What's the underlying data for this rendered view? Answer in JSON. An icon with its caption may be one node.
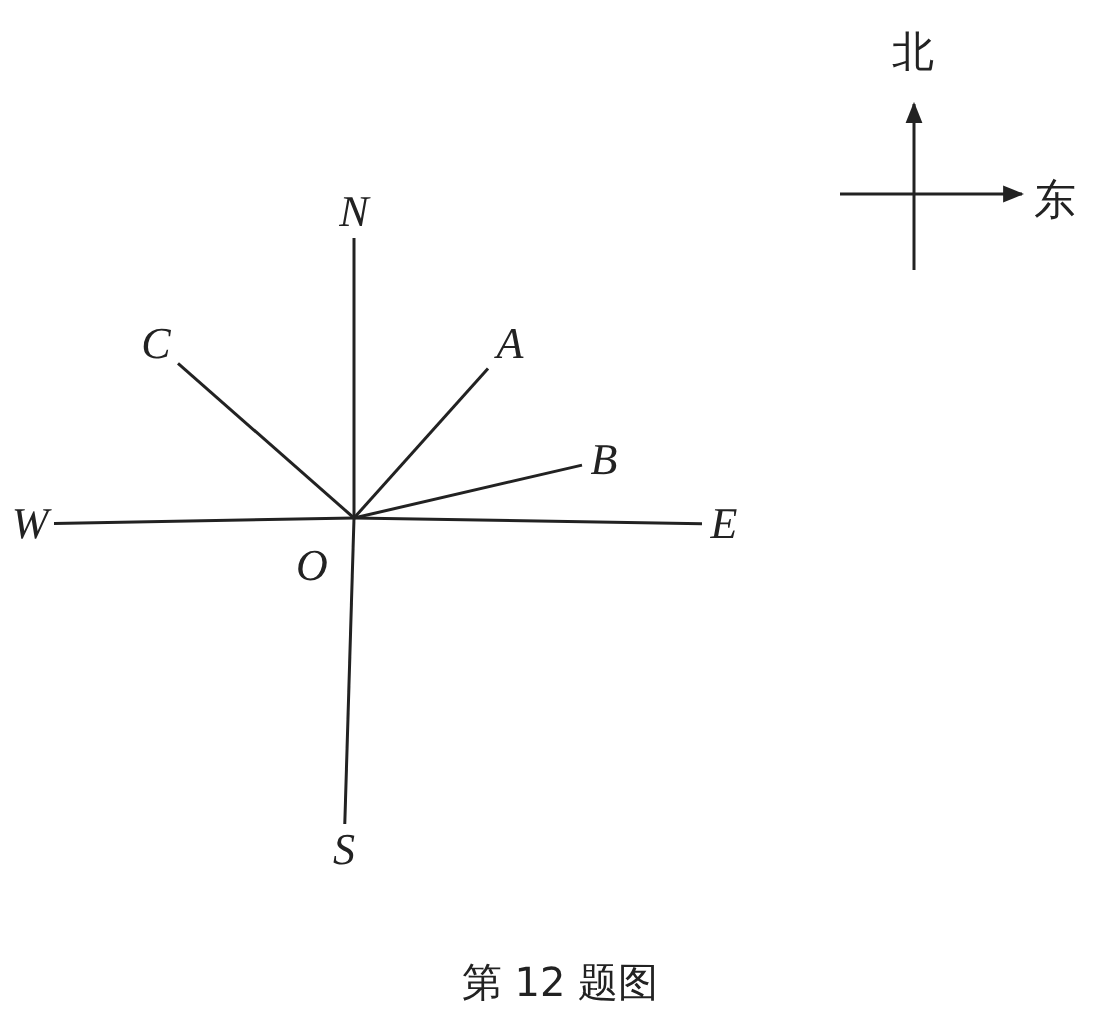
{
  "diagram": {
    "caption": "第 12 题图",
    "nodes": [
      {
        "text": [
          "O"
        ]
      },
      {
        "text": [
          "N"
        ]
      },
      {
        "text": [
          "S"
        ]
      },
      {
        "text": [
          "W"
        ]
      },
      {
        "text": [
          "E"
        ]
      },
      {
        "text": [
          "A"
        ]
      },
      {
        "text": [
          "B"
        ]
      },
      {
        "text": [
          "C"
        ]
      }
    ],
    "edges": [
      {
        "from": 0,
        "to": 1,
        "arrow": "none"
      },
      {
        "from": 0,
        "to": 2,
        "arrow": "none"
      },
      {
        "from": 0,
        "to": 3,
        "arrow": "none"
      },
      {
        "from": 0,
        "to": 4,
        "arrow": "none"
      },
      {
        "from": 0,
        "to": 5,
        "arrow": "none"
      },
      {
        "from": 0,
        "to": 6,
        "arrow": "none"
      },
      {
        "from": 0,
        "to": 7,
        "arrow": "none"
      }
    ],
    "labels": [
      "北",
      "东"
    ]
  }
}
